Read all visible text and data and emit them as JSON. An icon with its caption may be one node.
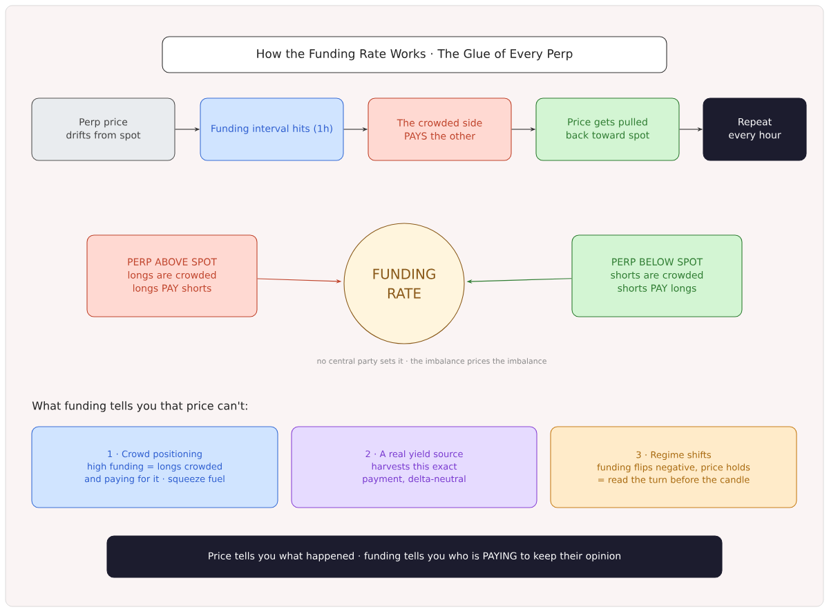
{
  "diagram": {
    "nodes": [
      {
        "text": [
          "How the Funding Rate Works · The Glue of Every Perp"
        ]
      },
      {
        "text": [
          "Perp price drifts from spot"
        ]
      },
      {
        "text": [
          "Funding interval hits (1h)"
        ]
      },
      {
        "text": [
          "The crowded side PAYS the other"
        ]
      },
      {
        "text": [
          "Price gets pulled back toward spot"
        ]
      },
      {
        "text": [
          "Repeat every hour"
        ]
      },
      {
        "text": [
          "PERP ABOVE SPOT",
          "longs are crowded",
          "longs PAY shorts"
        ]
      },
      {
        "text": [
          "FUNDING RATE"
        ]
      },
      {
        "text": [
          "PERP BELOW SPOT",
          "shorts are crowded",
          "shorts PAY longs"
        ]
      },
      {
        "text": [
          "1 · Crowd positioning",
          "high funding = longs crowded and paying for it · squeeze fuel"
        ]
      },
      {
        "text": [
          "2 · A real yield source",
          "harvests this exact payment, delta-neutral"
        ]
      },
      {
        "text": [
          "3 · Regime shifts",
          "funding flips negative, price holds = read the turn before the candle"
        ]
      },
      {
        "text": [
          "Price tells you what happened · funding tells you who is PAYING to keep their opinion"
        ]
      }
    ],
    "edges": [
      {
        "from": 1,
        "to": 2,
        "arrow": "to"
      },
      {
        "from": 2,
        "to": 3,
        "arrow": "to"
      },
      {
        "from": 3,
        "to": 4,
        "arrow": "to"
      },
      {
        "from": 4,
        "to": 5,
        "arrow": "to"
      },
      {
        "from": 6,
        "to": 7,
        "arrow": "to",
        "color": "#c0452d"
      },
      {
        "from": 8,
        "to": 7,
        "arrow": "to",
        "color": "#2f7d32"
      }
    ],
    "labels": [
      "no central party sets it · the imbalance prices the imbalance",
      "What funding tells you that price can't:"
    ]
  }
}
